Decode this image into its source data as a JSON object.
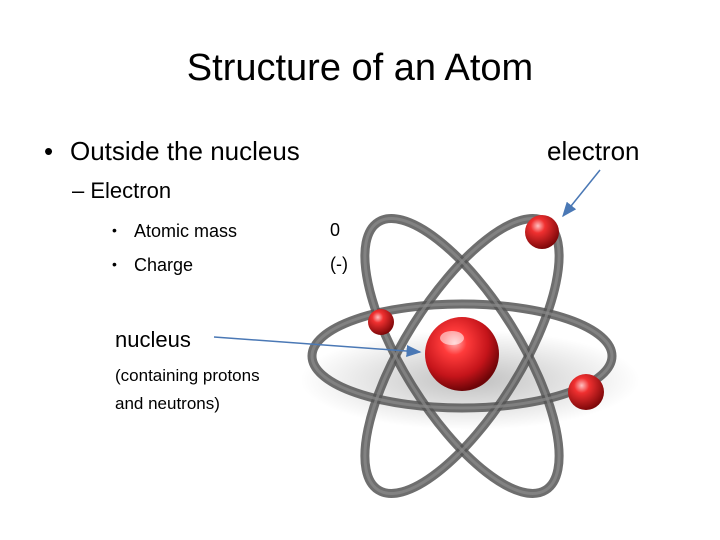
{
  "slide": {
    "title": "Structure of an Atom",
    "bullet_main": "Outside the nucleus",
    "sub_bullet": "– Electron",
    "properties": [
      {
        "label": "Atomic mass",
        "value": "0"
      },
      {
        "label": "Charge",
        "value": "(-)"
      }
    ],
    "labels": {
      "electron": "electron",
      "nucleus": "nucleus",
      "nucleus_note_line1": "(containing protons",
      "nucleus_note_line2": "and neutrons)"
    }
  },
  "colors": {
    "orbit": "#505050",
    "nucleus": "#d0242a",
    "electron": "#c81e24",
    "arrow": "#4a78b5"
  }
}
